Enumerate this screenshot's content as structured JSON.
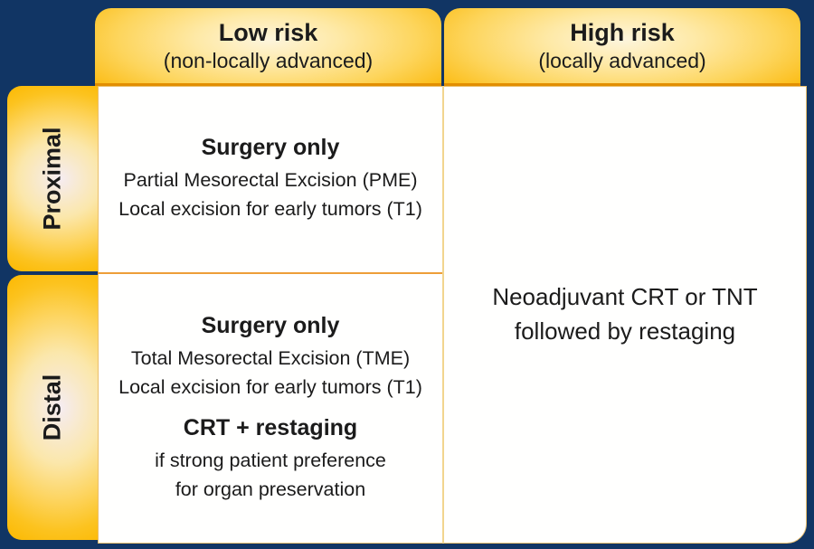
{
  "columns": {
    "low_risk": {
      "title": "Low risk",
      "subtitle": "(non-locally advanced)"
    },
    "high_risk": {
      "title": "High risk",
      "subtitle": "(locally advanced)"
    }
  },
  "rows": {
    "proximal": {
      "label": "Proximal"
    },
    "distal": {
      "label": "Distal"
    }
  },
  "cells": {
    "proximal_low": {
      "heading": "Surgery only",
      "line1": "Partial Mesorectal Excision (PME)",
      "line2": "Local excision for early tumors (T1)"
    },
    "distal_low": {
      "heading": "Surgery only",
      "line1": "Total Mesorectal Excision (TME)",
      "line2": "Local excision for early tumors (T1)",
      "heading2": "CRT + restaging",
      "line3": "if strong patient preference",
      "line4": "for organ preservation"
    },
    "high": {
      "line1": "Neoadjuvant CRT or TNT",
      "line2": "followed by restaging"
    }
  },
  "colors": {
    "background_navy": "#113564",
    "gold_edge": "#f9ad00",
    "gold_mid": "#fdd45e",
    "header_center_cream": "#fdf5dd",
    "side_center_pink": "#f5ecf2",
    "header_bottom_edge": "#e28e00",
    "cell_background": "#fffffe",
    "vertical_divider": "#f2d58e",
    "horizontal_divider": "#ee9e38",
    "text": "#1b1b1b"
  }
}
